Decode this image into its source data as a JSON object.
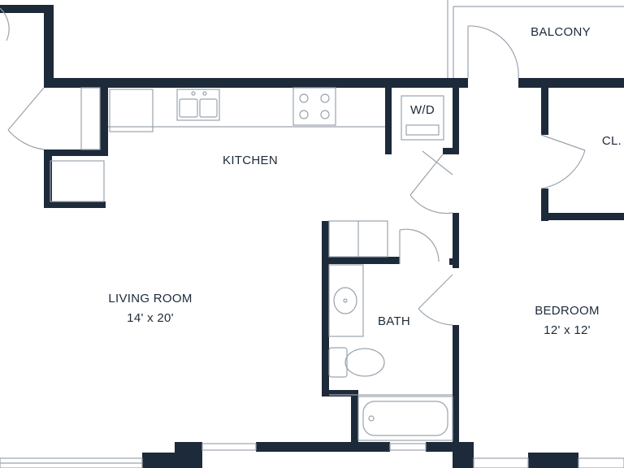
{
  "rooms": {
    "balcony": {
      "name": "BALCONY"
    },
    "kitchen": {
      "name": "KITCHEN"
    },
    "closet": {
      "name": "CL."
    },
    "living_room": {
      "name": "LIVING ROOM",
      "dimensions": "14' x 20'"
    },
    "bath": {
      "name": "BATH"
    },
    "bedroom": {
      "name": "BEDROOM",
      "dimensions": "12' x 12'"
    }
  },
  "fixtures": {
    "washer_dryer": {
      "label": "W/D"
    }
  },
  "colors": {
    "wall": "#1c2a3a",
    "fixture_line": "#9aa3ad",
    "background": "#ffffff"
  }
}
